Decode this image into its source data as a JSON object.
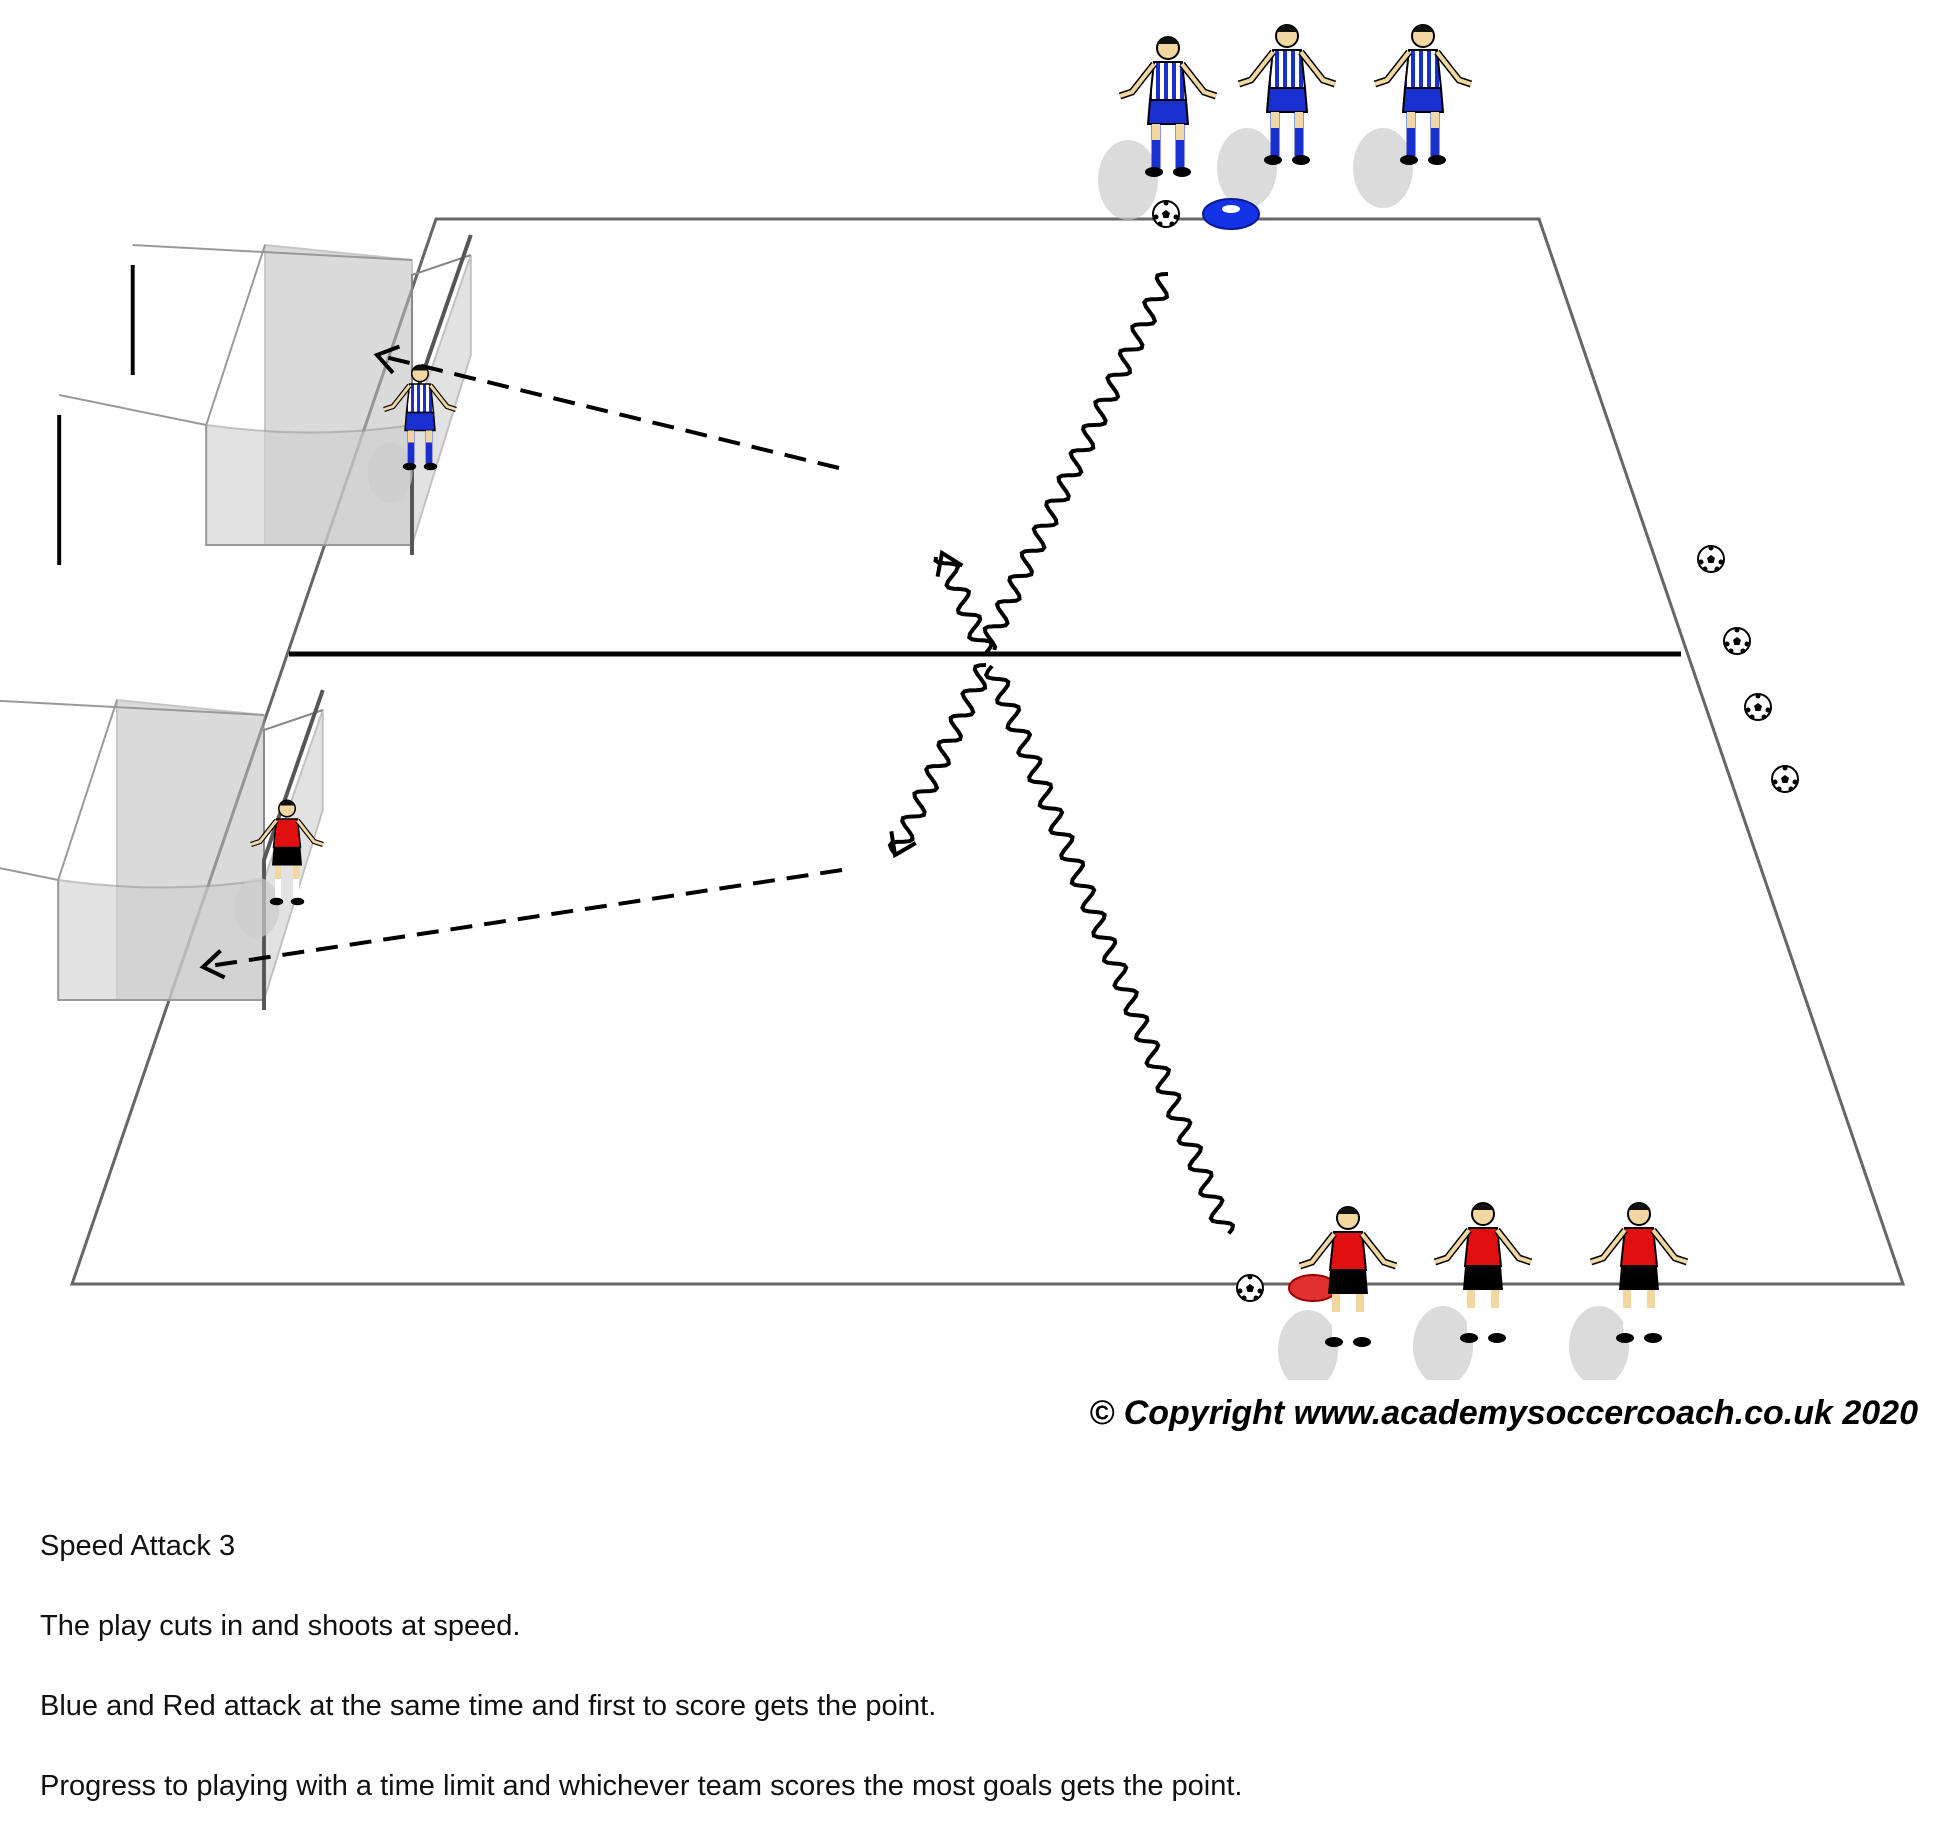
{
  "diagram": {
    "title": "Speed Attack 3",
    "copyright": "© Copyright www.academysoccercoach.co.uk 2020",
    "teams": {
      "blue": {
        "color": "#1a2fd0",
        "stripe": "#ffffff"
      },
      "red": {
        "color": "#e01010",
        "shorts": "#000000"
      }
    },
    "colors": {
      "pitch_line": "#666666",
      "goal_net": "#bdbdbd",
      "blue_cone": "#1433e6",
      "red_cone": "#e23030"
    }
  },
  "description": [
    "Speed Attack 3",
    "The play cuts in and shoots at speed.",
    "Blue and Red attack at the same time and first to score gets the point.",
    "Progress to playing with a time limit and whichever team scores the most goals gets the point."
  ]
}
